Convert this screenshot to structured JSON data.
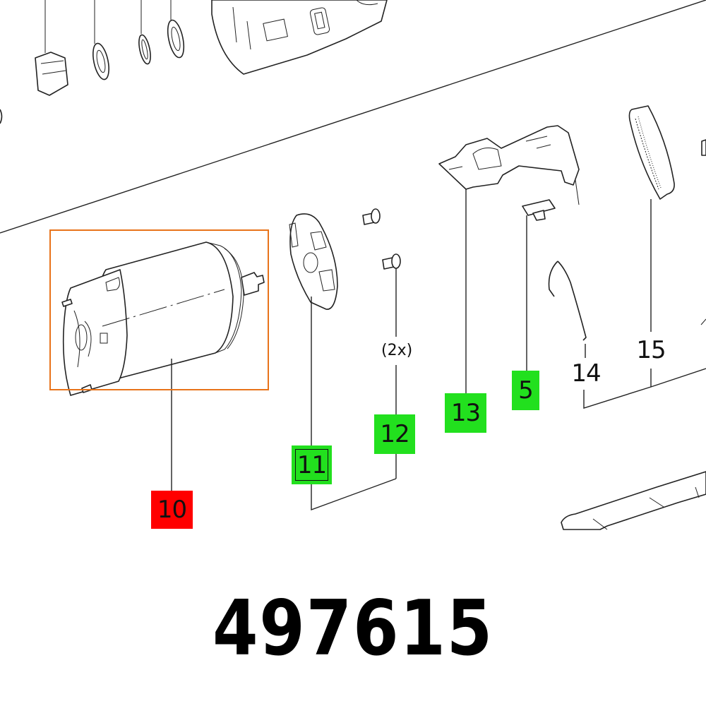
{
  "diagram": {
    "type": "exploded-parts-view",
    "part_number": "497615",
    "highlight_color": "#e8731a",
    "callouts": [
      {
        "id": "10",
        "label": "10",
        "style": "selected",
        "color": "#ff0000",
        "part": "motor"
      },
      {
        "id": "11",
        "label": "11",
        "style": "available",
        "color": "#22e01e",
        "part": "brush-plate"
      },
      {
        "id": "12",
        "label": "12",
        "style": "available",
        "color": "#22e01e",
        "part": "screw",
        "quantity": "(2x)"
      },
      {
        "id": "13",
        "label": "13",
        "style": "available",
        "color": "#22e01e",
        "part": "switch-housing"
      },
      {
        "id": "5",
        "label": "5",
        "style": "available",
        "color": "#22e01e",
        "part": "slide-button"
      },
      {
        "id": "14",
        "label": "14",
        "style": "plain",
        "part": "spring-clip"
      },
      {
        "id": "15",
        "label": "15",
        "style": "plain",
        "part": "gear-ring"
      }
    ]
  }
}
